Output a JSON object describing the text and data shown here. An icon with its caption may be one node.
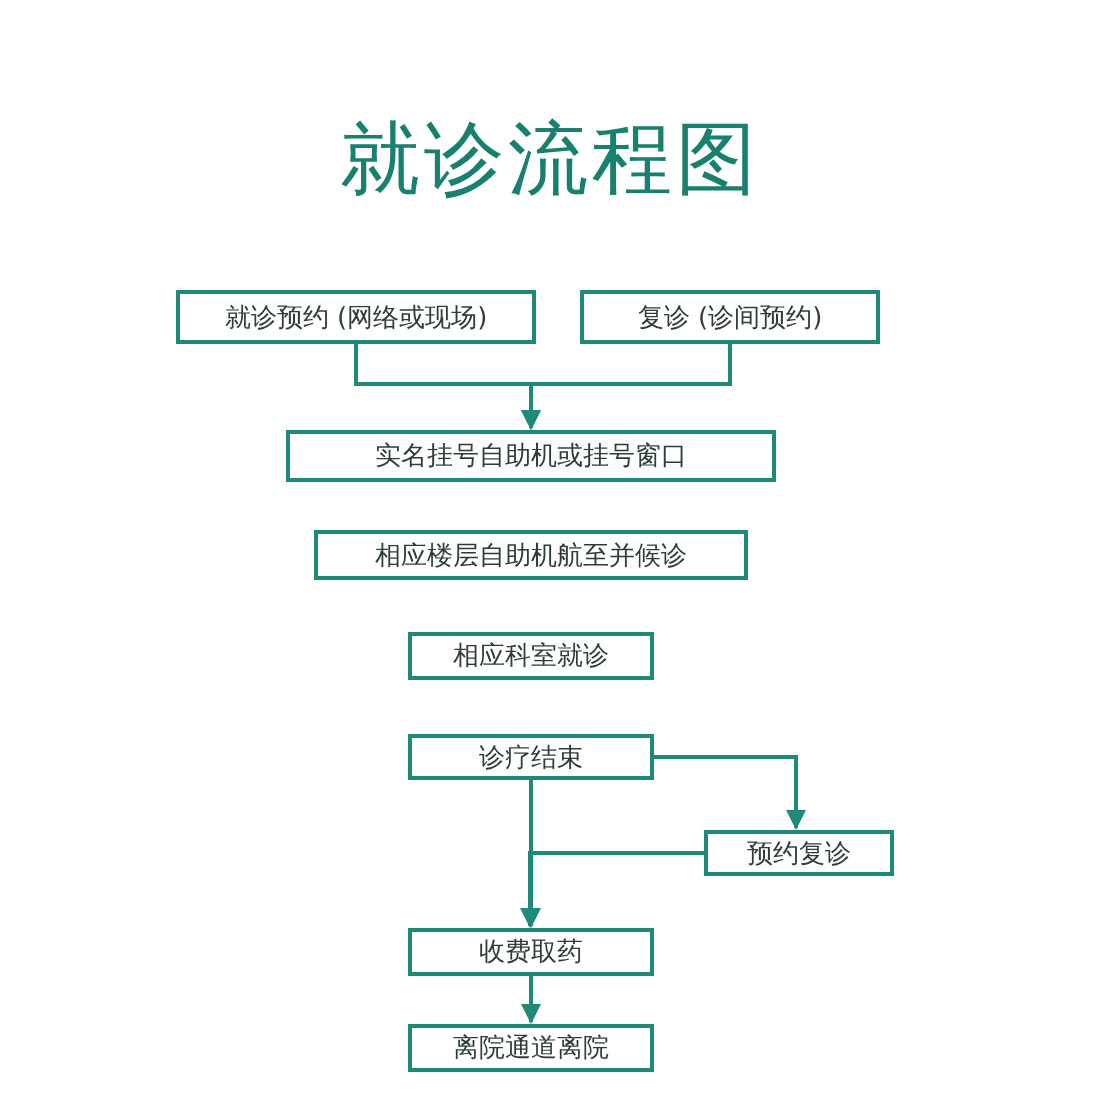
{
  "diagram": {
    "title": "就诊流程图",
    "nodes": [
      {
        "text": [
          "就诊预约 (网络或现场)"
        ]
      },
      {
        "text": [
          "复诊 (诊间预约)"
        ]
      },
      {
        "text": [
          "实名挂号自助机或挂号窗口"
        ]
      },
      {
        "text": [
          "相应楼层自助机航至并候诊"
        ]
      },
      {
        "text": [
          "相应科室就诊"
        ]
      },
      {
        "text": [
          "诊疗结束"
        ]
      },
      {
        "text": [
          "预约复诊"
        ]
      },
      {
        "text": [
          "收费取药"
        ]
      },
      {
        "text": [
          "离院通道离院"
        ]
      }
    ],
    "edges": [
      {
        "from": 0,
        "to": 2,
        "arrow": "to"
      },
      {
        "from": 1,
        "to": 2,
        "arrow": "to"
      },
      {
        "from": 5,
        "to": 6,
        "arrow": "to"
      },
      {
        "from": 6,
        "to": 7,
        "arrow": "to"
      },
      {
        "from": 5,
        "to": 7,
        "arrow": "to"
      },
      {
        "from": 7,
        "to": 8,
        "arrow": "to"
      }
    ]
  }
}
